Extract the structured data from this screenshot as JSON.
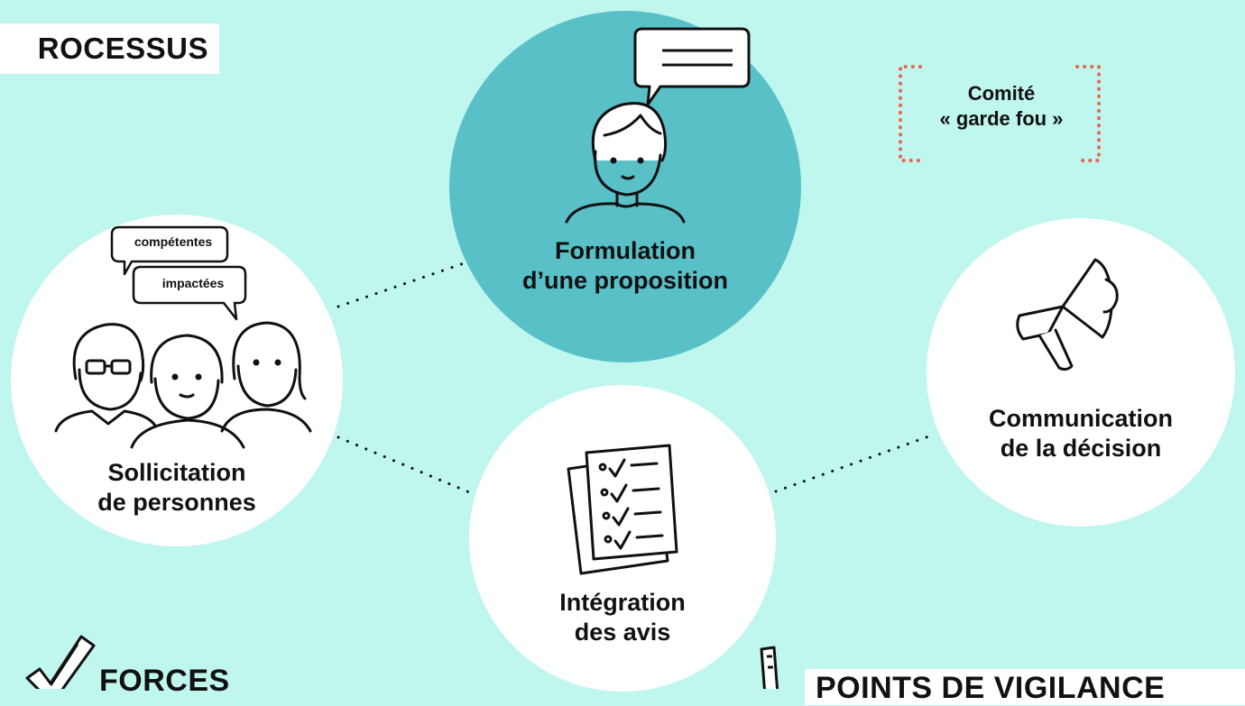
{
  "header": {
    "title": "ROCESSUS"
  },
  "nodes": {
    "formulation": {
      "line1": "Formulation",
      "line2": "d’une proposition"
    },
    "sollicitation": {
      "line1": "Sollicitation",
      "line2": "de personnes",
      "bubble_top": "compétentes",
      "bubble_bottom": "impactées"
    },
    "integration": {
      "line1": "Intégration",
      "line2": "des avis"
    },
    "communication": {
      "line1": "Communication",
      "line2": "de la décision"
    }
  },
  "comite": {
    "line1": "Comité",
    "line2": "« garde fou »"
  },
  "footer": {
    "forces": "FORCES",
    "vigilance": "POINTS DE VIGILANCE"
  },
  "colors": {
    "background": "#bff6ee",
    "accent_circle": "#59c0c8",
    "comite_border": "#e8664f"
  }
}
